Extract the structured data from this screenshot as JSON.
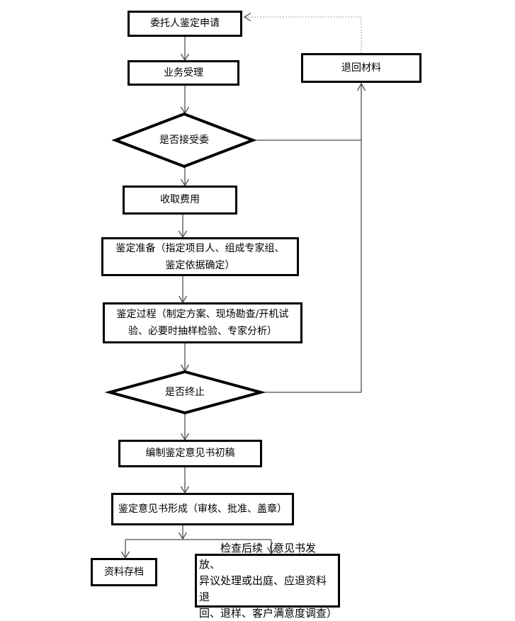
{
  "colors": {
    "background": "#ffffff",
    "border": "#000000",
    "text": "#000000",
    "connector": "#4d4d4d",
    "dashed_connector": "#9e9e9e"
  },
  "nodes": {
    "apply": {
      "label": "委托人鉴定申请"
    },
    "accept": {
      "label": "业务受理"
    },
    "decision_accept": {
      "label": "是否接受委"
    },
    "collect_fee": {
      "label": "收取费用"
    },
    "prepare": {
      "lines": [
        "鉴定准备（指定项目人、组成专家组、",
        "鉴定依据确定）"
      ]
    },
    "process": {
      "lines": [
        "鉴定过程（制定方案、现场勘查/开机试",
        "验、必要时抽样检验、专家分析）"
      ]
    },
    "decision_terminate": {
      "label": "是否终止"
    },
    "draft": {
      "label": "编制鉴定意见书初稿"
    },
    "finalize": {
      "label": "鉴定意见书形成（审核、批准、盖章）"
    },
    "archive": {
      "label": "资料存档"
    },
    "followup": {
      "lines": [
        "检查后续（意见书发放、",
        "异议处理或出庭、应退资料退",
        "回、退样、客户满意度调查）"
      ]
    },
    "return_materials": {
      "label": "退回材料"
    }
  }
}
